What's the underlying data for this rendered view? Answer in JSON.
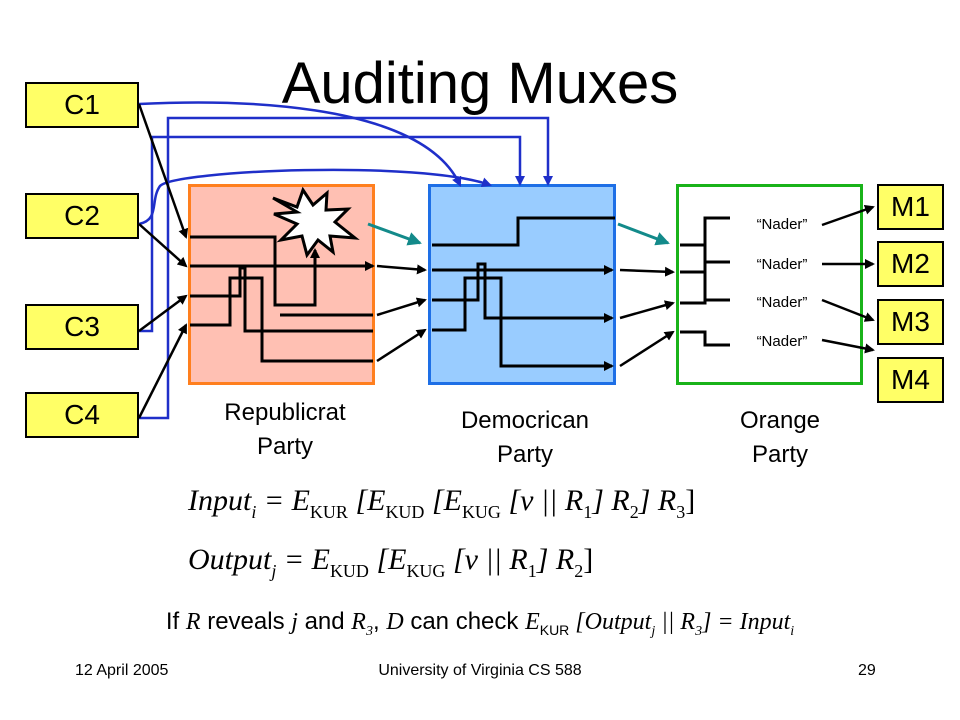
{
  "title": "Auditing Muxes",
  "inputs": [
    "C1",
    "C2",
    "C3",
    "C4"
  ],
  "outputs": [
    "M1",
    "M2",
    "M3",
    "M4"
  ],
  "parties": [
    {
      "line1": "Republicrat",
      "line2": "Party",
      "color": "#ffc0b3",
      "border": "#ff7f1e"
    },
    {
      "line1": "Democrican",
      "line2": "Party",
      "color": "#99ccff",
      "border": "#1e6fe6"
    },
    {
      "line1": "Orange",
      "line2": "Party",
      "color": "#ffffff",
      "border": "#19b319"
    }
  ],
  "nader_labels": [
    "“Nader”",
    "“Nader”",
    "“Nader”",
    "“Nader”"
  ],
  "colors": {
    "wire": "#000000",
    "audit_wire": "#1f2fc9",
    "teal_arrow": "#138a8a"
  },
  "formula_input": {
    "lhs": "Input",
    "lhs_sub": "i",
    "eq": " = E",
    "s1": "KUR",
    "t1": " [E",
    "s2": "KUD",
    "t2": " [E",
    "s3": "KUG",
    "t3": " [v || R",
    "s4": "1",
    "t4": "] R",
    "s5": "2",
    "t5": "] R",
    "s6": "3",
    "t6": "]"
  },
  "formula_output": {
    "lhs": "Output",
    "lhs_sub": "j",
    "eq": " = E",
    "s1": "KUD",
    "t1": " [E",
    "s2": "KUG",
    "t2": " [v || R",
    "s3": "1",
    "t3": "] R",
    "s4": "2",
    "t4": "]"
  },
  "if_line": {
    "p1": "If ",
    "r": "R",
    "p2": " reveals ",
    "j": "j",
    "p3": " and ",
    "r3": "R",
    "r3sub": "3",
    "p4": ", ",
    "d": "D",
    "p5": " can check ",
    "e": "E",
    "esub": "KUR",
    "rest": " [Output",
    "jsub": "j",
    "rest2": " || R",
    "r3sub2": "3",
    "rest3": "] = Input",
    "isub": "i"
  },
  "footer": {
    "date": "12 April 2005",
    "course": "University of Virginia CS 588",
    "page": "29"
  }
}
